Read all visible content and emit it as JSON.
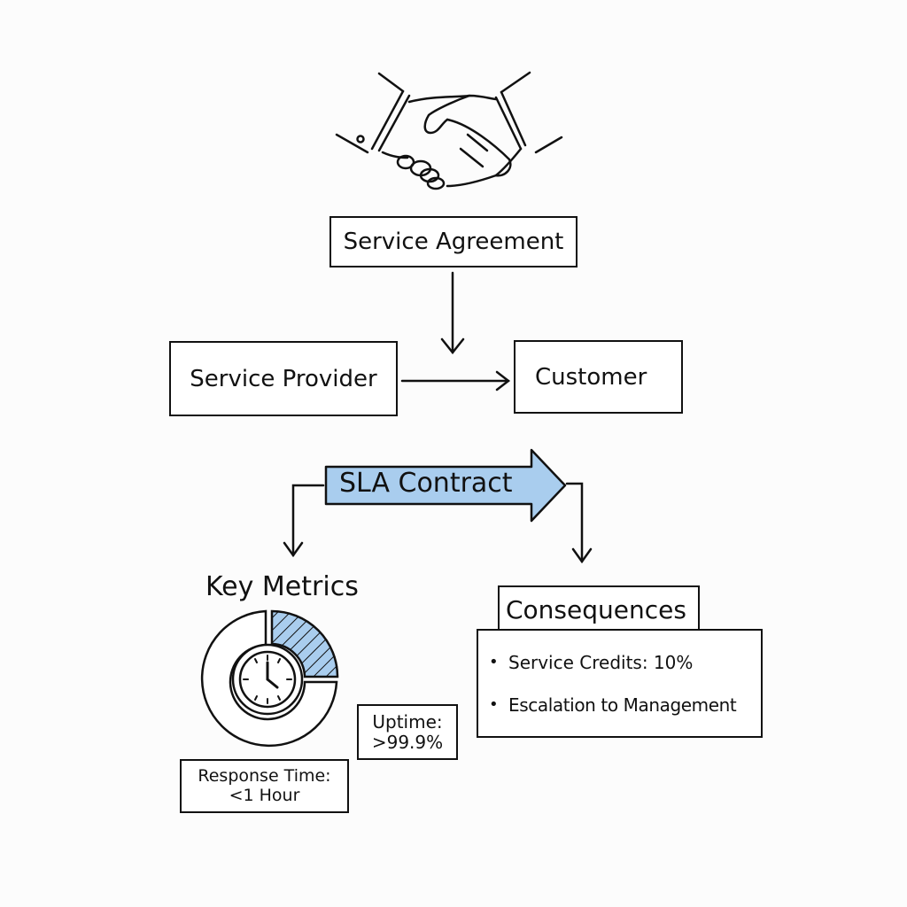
{
  "diagram": {
    "top_icon": "handshake-icon",
    "service_agreement": "Service Agreement",
    "service_provider": "Service Provider",
    "customer": "Customer",
    "sla_contract": "SLA Contract",
    "key_metrics": {
      "title": "Key Metrics",
      "icon": "clock-donut-icon",
      "uptime_label": "Uptime:",
      "uptime_value": ">99.9%",
      "response_label": "Response Time:",
      "response_value": "<1 Hour"
    },
    "consequences": {
      "title": "Consequences",
      "items": [
        "Service Credits: 10%",
        "Escalation to Management"
      ],
      "bullet": "•"
    }
  },
  "colors": {
    "accent_blue": "#a9cdee",
    "ink": "#111111"
  }
}
